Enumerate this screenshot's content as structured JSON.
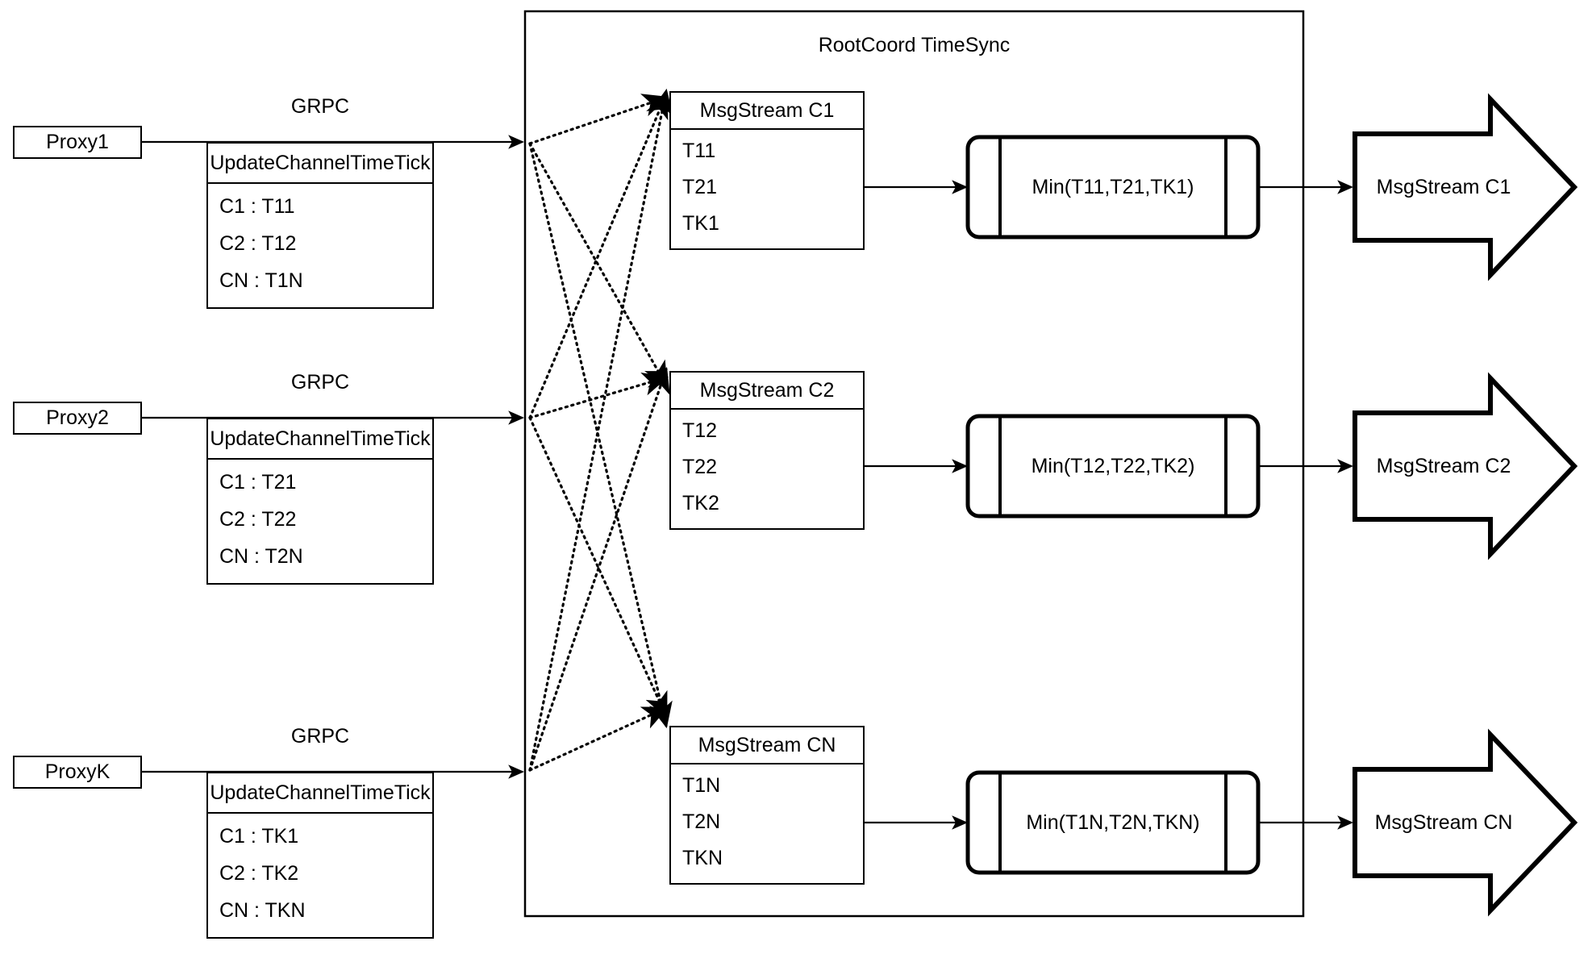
{
  "diagram": {
    "title": "RootCoord TimeSync",
    "container": {
      "label": "RootCoord TimeSync"
    },
    "proxies": [
      {
        "name": "Proxy1",
        "link_label": "GRPC",
        "tick_table": {
          "title": "UpdateChannelTimeTick",
          "rows": [
            {
              "channel": "C1 :",
              "time": "T11",
              "text": "C1 :  T11"
            },
            {
              "channel": "C2 :",
              "time": "T12",
              "text": "C2 :  T12"
            },
            {
              "channel": "CN :",
              "time": "T1N",
              "text": "CN : T1N"
            }
          ]
        }
      },
      {
        "name": "Proxy2",
        "link_label": "GRPC",
        "tick_table": {
          "title": "UpdateChannelTimeTick",
          "rows": [
            {
              "channel": "C1 :",
              "time": "T21",
              "text": "C1 :  T21"
            },
            {
              "channel": "C2 :",
              "time": "T22",
              "text": "C2 :  T22"
            },
            {
              "channel": "CN :",
              "time": "T2N",
              "text": "CN : T2N"
            }
          ]
        }
      },
      {
        "name": "ProxyK",
        "link_label": "GRPC",
        "tick_table": {
          "title": "UpdateChannelTimeTick",
          "rows": [
            {
              "channel": "C1 :",
              "time": "TK1",
              "text": "C1 :  TK1"
            },
            {
              "channel": "C2 :",
              "time": "TK2",
              "text": "C2 :  TK2"
            },
            {
              "channel": "CN :",
              "time": "TKN",
              "text": "CN : TKN"
            }
          ]
        }
      }
    ],
    "channels": [
      {
        "msgstream": {
          "title": "MsgStream C1",
          "rows": [
            "T11",
            "T21",
            "TK1"
          ]
        },
        "process": {
          "label": "Min(T11,T21,TK1)"
        },
        "output": {
          "label": "MsgStream C1"
        }
      },
      {
        "msgstream": {
          "title": "MsgStream C2",
          "rows": [
            "T12",
            "T22",
            "TK2"
          ]
        },
        "process": {
          "label": "Min(T12,T22,TK2)"
        },
        "output": {
          "label": "MsgStream C2"
        }
      },
      {
        "msgstream": {
          "title": "MsgStream CN",
          "rows": [
            "T1N",
            "T2N",
            "TKN"
          ]
        },
        "process": {
          "label": "Min(T1N,T2N,TKN)"
        },
        "output": {
          "label": "MsgStream CN"
        }
      }
    ],
    "colors": {
      "stroke": "#000000",
      "fill": "#ffffff",
      "text": "#000000"
    }
  }
}
